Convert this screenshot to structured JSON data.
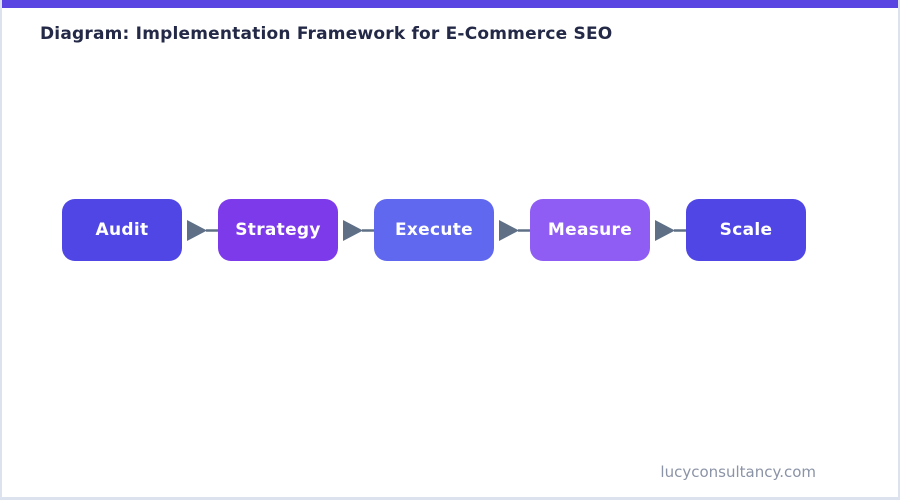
{
  "page": {
    "title": "Diagram: Implementation Framework for E-Commerce SEO",
    "footer": "lucyconsultancy.com",
    "accent_bar_color": "#5b45e2",
    "border_color": "#dce3ee",
    "title_color": "#232946",
    "footer_color": "#8b93a6",
    "background_color": "#ffffff"
  },
  "diagram": {
    "type": "flow",
    "arrow_color": "#5f7086",
    "node_text_color": "#ffffff",
    "nodes": [
      {
        "label": "Audit",
        "color": "#4f46e5"
      },
      {
        "label": "Strategy",
        "color": "#7d3aea"
      },
      {
        "label": "Execute",
        "color": "#6168f0"
      },
      {
        "label": "Measure",
        "color": "#8f5cf4"
      },
      {
        "label": "Scale",
        "color": "#4f46e5"
      }
    ]
  }
}
